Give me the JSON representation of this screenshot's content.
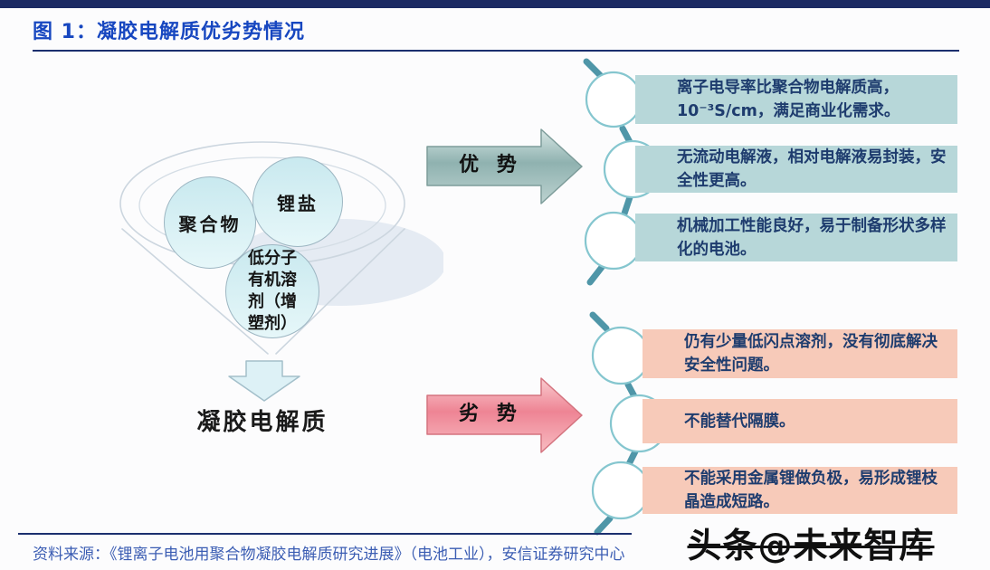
{
  "header": {
    "figure_label": "图 1：",
    "title": "凝胶电解质优劣势情况"
  },
  "funnel": {
    "components": [
      "聚合物",
      "锂盐",
      "低分子有机溶剂（增塑剂）"
    ],
    "result_label": "凝胶电解质"
  },
  "advantages": {
    "arrow_label": "优 势",
    "items": [
      "离子电导率比聚合物电解质高，10⁻³S/cm，满足商业化需求。",
      "无流动电解液，相对电解液易封装，安全性更高。",
      "机械加工性能良好，易于制备形状多样化的电池。"
    ]
  },
  "disadvantages": {
    "arrow_label": "劣 势",
    "items": [
      "仍有少量低闪点溶剂，没有彻底解决安全性问题。",
      "不能替代隔膜。",
      "不能采用金属锂做负极，易形成锂枝晶造成短路。"
    ]
  },
  "footer": {
    "source": "资料来源：《锂离子电池用聚合物凝胶电解质研究进展》（电池工业），安信证券研究中心",
    "watermark": "头条@未来智库"
  },
  "colors": {
    "accent_navy": "#1b2f6e",
    "title_blue": "#1747c0",
    "advantage_box": "#b7d7d9",
    "disadvantage_box": "#f7cab9",
    "advantage_arrow": "#8fb2b0",
    "disadvantage_arrow": "#ee8494",
    "chain_line": "#4f96a8",
    "source_blue": "#3b5db3"
  }
}
